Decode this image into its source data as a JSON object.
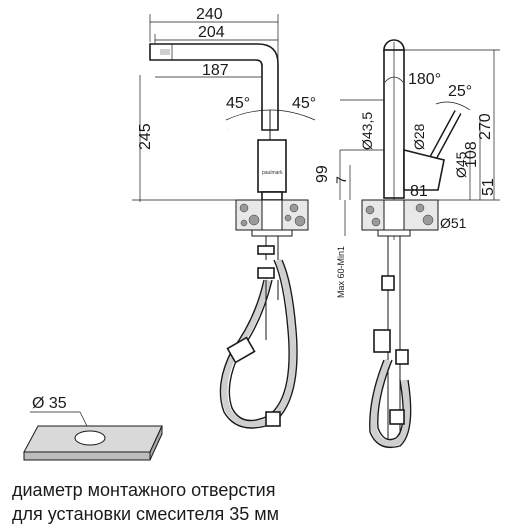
{
  "front_view": {
    "dim_total_reach": "240",
    "dim_spout_reach": "204",
    "dim_axis_offset": "187",
    "dim_height": "245",
    "angle_left": "45°",
    "angle_right": "45°",
    "brand_label": "paulmark"
  },
  "side_view": {
    "dim_body_diameter": "Ø43,5",
    "dim_handle_diameter": "Ø28",
    "dim_swivel_angle": "180°",
    "dim_handle_angle": "25°",
    "dim_total_height": "270",
    "dim_base_height": "99",
    "dim_base_small": "7",
    "dim_base_diameter": "Ø45",
    "dim_108": "108",
    "dim_51": "51",
    "dim_81": "81",
    "dim_flange_diameter": "Ø51",
    "dim_countertop": "Max 60-Min1"
  },
  "hole_detail": {
    "dim_hole": "Ø 35"
  },
  "caption": {
    "line1": "диаметр монтажного отверстия",
    "line2": "для установки смесителя 35 мм"
  }
}
